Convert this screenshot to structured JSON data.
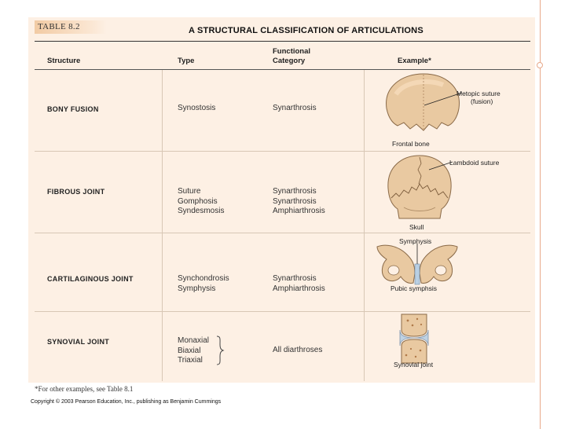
{
  "table": {
    "tag": "TABLE 8.2",
    "title": "A STRUCTURAL CLASSIFICATION OF ARTICULATIONS",
    "headers": {
      "structure": "Structure",
      "type": "Type",
      "functional_line1": "Functional",
      "functional_line2": "Category",
      "example": "Example*"
    },
    "rows": [
      {
        "structure": "BONY FUSION",
        "types": [
          "Synostosis"
        ],
        "functional": [
          "Synarthrosis"
        ],
        "example_labels": [
          "Metopic suture",
          "(fusion)",
          "Frontal bone"
        ]
      },
      {
        "structure": "FIBROUS JOINT",
        "types": [
          "Suture",
          "Gomphosis",
          "Syndesmosis"
        ],
        "functional": [
          "Synarthrosis",
          "Synarthrosis",
          "Amphiarthrosis"
        ],
        "example_labels": [
          "Lambdoid suture",
          "Skull"
        ]
      },
      {
        "structure": "CARTILAGINOUS JOINT",
        "types": [
          "Synchondrosis",
          "Symphysis"
        ],
        "functional": [
          "Synarthrosis",
          "Amphiarthrosis"
        ],
        "example_labels": [
          "Symphysis",
          "Pubic symphsis"
        ]
      },
      {
        "structure": "SYNOVIAL JOINT",
        "types": [
          "Monaxial",
          "Biaxial",
          "Triaxial"
        ],
        "functional": [
          "All diarthroses"
        ],
        "example_labels": [
          "Synovial joint"
        ]
      }
    ],
    "footnote": "*For other examples, see Table 8.1"
  },
  "copyright": "Copyright © 2003 Pearson Education, Inc., publishing as Benjamin Cummings",
  "colors": {
    "table_bg": "#fdf0e4",
    "bone": "#e9c9a1",
    "cartilage": "#b9cfe3",
    "slide_accent": "#e8a98a"
  }
}
